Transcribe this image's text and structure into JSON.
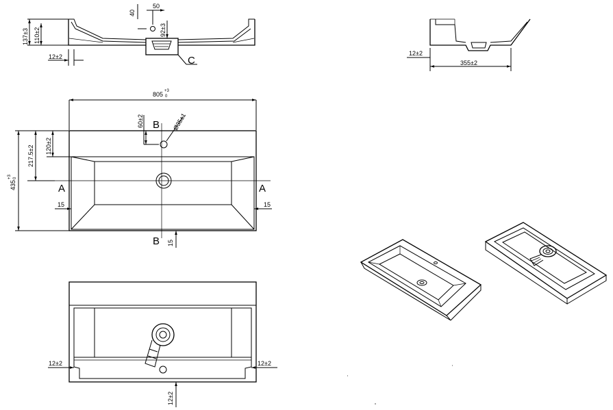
{
  "side_section": {
    "dim_40": "40",
    "dim_50": "50",
    "dim_137": "137±3",
    "dim_110": "110±2",
    "dim_92": "92±3",
    "dim_12": "12±2",
    "detail_label": "C"
  },
  "small_section": {
    "dim_12": "12±2",
    "dim_355": "355±2"
  },
  "plan_view": {
    "width_main": "805",
    "width_tol_top": "+3",
    "width_tol_bot": "0",
    "height_main": "435",
    "height_tol_top": "+3",
    "height_tol_bot": "0",
    "dim_60": "60±2",
    "dim_120": "120±2",
    "dim_217": "217.5±2",
    "hole_dia": "Ø35±1",
    "dim_15_left": "15",
    "dim_15_right": "15",
    "dim_15_bottom": "15",
    "section_a_left": "A",
    "section_a_right": "A",
    "section_b_top": "B",
    "section_b_bottom": "B"
  },
  "bottom_view": {
    "dim_12_left": "12±2",
    "dim_12_right": "12±2",
    "dim_12_bottom": "12±2"
  }
}
